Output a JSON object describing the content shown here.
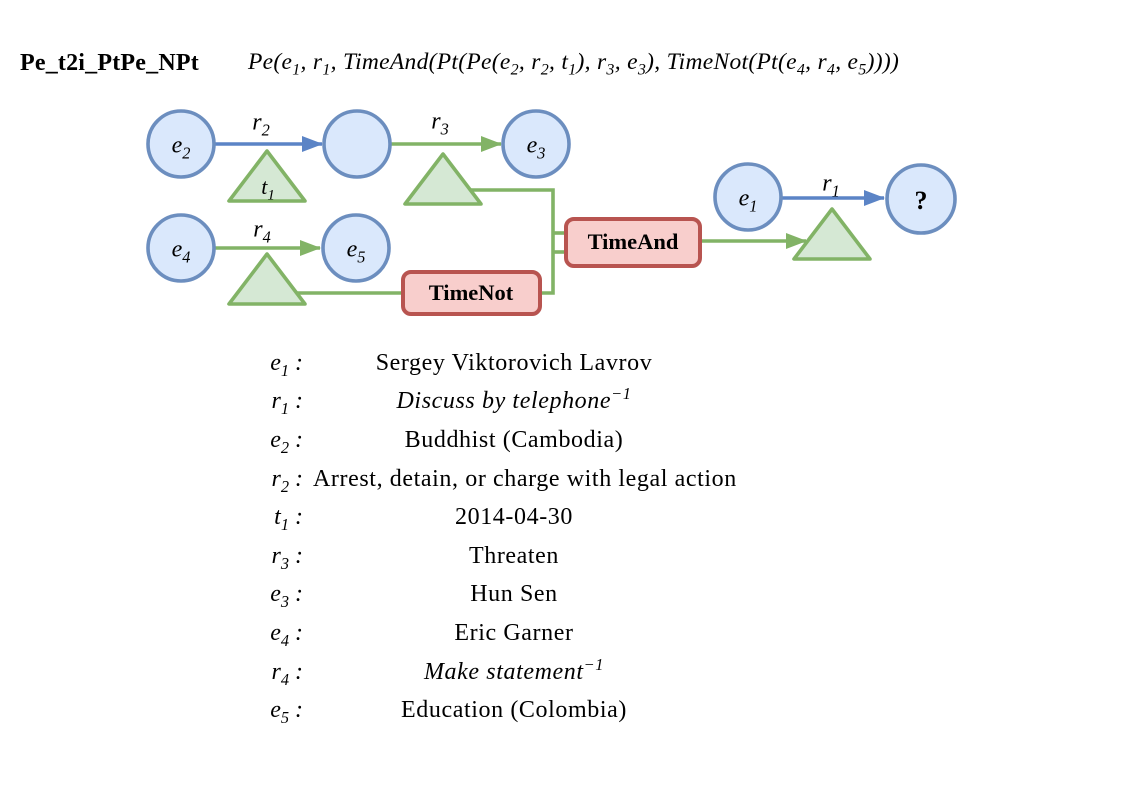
{
  "header": {
    "query_name": "Pe_t2i_PtPe_NPt",
    "formula": "Pe(e_1, r_1, TimeAnd(Pt(Pe(e_2, r_2, t_1), r_3, e_3), TimeNot(Pt(e_4, r_4, e_5))))"
  },
  "diagram": {
    "nodes": {
      "e2": "e_2",
      "intermediate": "",
      "e3": "e_3",
      "e4": "e_4",
      "e5": "e_5",
      "e1": "e_1",
      "target": "?"
    },
    "edges": {
      "r2": "r_2",
      "r3": "r_3",
      "r4": "r_4",
      "r1": "r_1"
    },
    "times": {
      "t1": "t_1"
    },
    "operators": {
      "time_and": "TimeAnd",
      "time_not": "TimeNot"
    }
  },
  "legend": {
    "rows": [
      {
        "key": "e_1 :",
        "value": "Sergey Viktorovich Lavrov",
        "italic": false
      },
      {
        "key": "r_1 :",
        "value": "Discuss by telephone^-1",
        "italic": true
      },
      {
        "key": "e_2 :",
        "value": "Buddhist (Cambodia)",
        "italic": false
      },
      {
        "key": "r_2 :",
        "value": "Arrest, detain, or charge with legal action",
        "italic": false
      },
      {
        "key": "t_1 :",
        "value": "2014-04-30",
        "italic": false
      },
      {
        "key": "r_3 :",
        "value": "Threaten",
        "italic": false
      },
      {
        "key": "e_3 :",
        "value": "Hun Sen",
        "italic": false
      },
      {
        "key": "e_4 :",
        "value": "Eric Garner",
        "italic": false
      },
      {
        "key": "r_4 :",
        "value": "Make statement^-1",
        "italic": true
      },
      {
        "key": "e_5 :",
        "value": "Education (Colombia)",
        "italic": false
      }
    ]
  },
  "colors": {
    "entity_fill": "#dae8fc",
    "entity_stroke": "#6c8ebf",
    "relation_blue": "#5b84c6",
    "time_green": "#82b366",
    "time_fill": "#d5e8d4",
    "operator_fill": "#f8cecc",
    "operator_stroke": "#b85450",
    "text": "#000000"
  }
}
